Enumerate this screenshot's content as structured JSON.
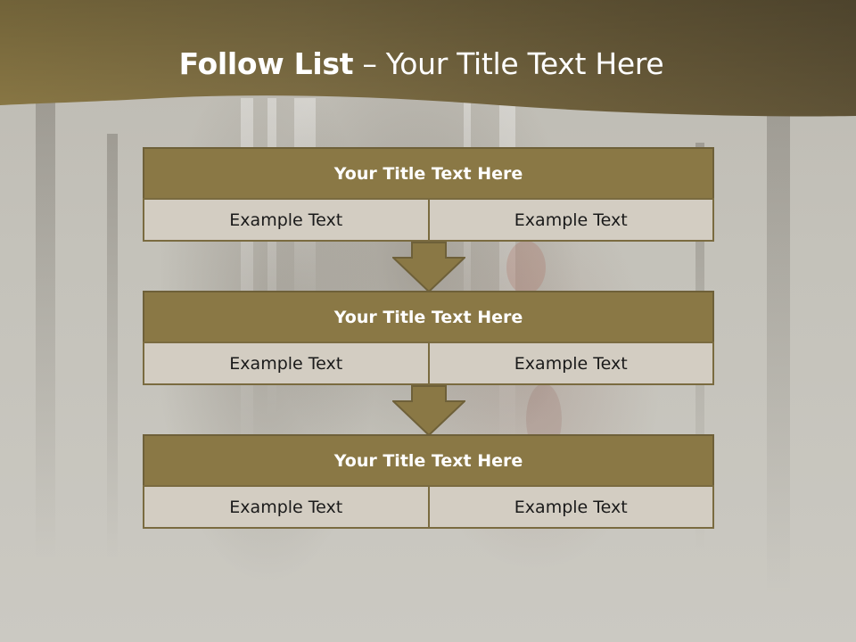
{
  "title": {
    "bold_part": "Follow List",
    "rest_part": " – Your Title Text Here"
  },
  "colors": {
    "header_band": "#6f6240",
    "block_header": "#8a7845",
    "block_cell": "#d3cdc2",
    "arrow_fill": "#8a7845"
  },
  "steps": [
    {
      "title": "Your Title Text Here",
      "left": "Example Text",
      "right": "Example Text"
    },
    {
      "title": "Your Title Text Here",
      "left": "Example Text",
      "right": "Example Text"
    },
    {
      "title": "Your Title Text Here",
      "left": "Example Text",
      "right": "Example Text"
    }
  ],
  "arrows": [
    {
      "icon": "down-arrow-icon"
    },
    {
      "icon": "down-arrow-icon"
    }
  ]
}
